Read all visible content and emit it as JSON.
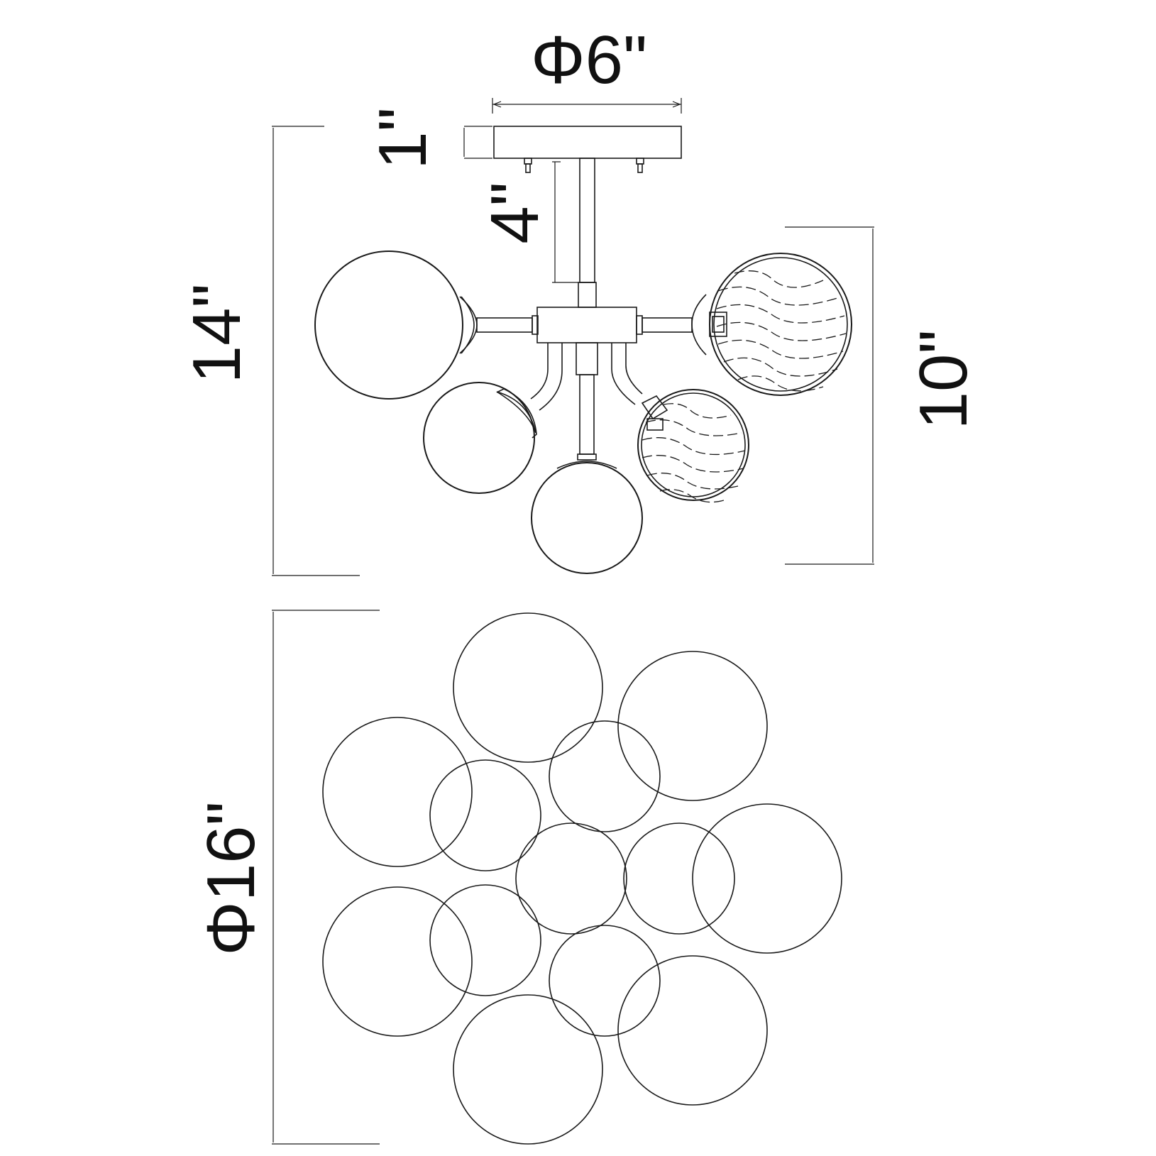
{
  "dimensions": {
    "canopy_diameter": "Φ6\"",
    "canopy_height": "1\"",
    "stem_length": "4\"",
    "overall_height": "14\"",
    "body_height": "10\"",
    "overall_diameter": "Φ16\""
  },
  "colors": {
    "line": "#1a1a1a",
    "background": "#ffffff"
  }
}
